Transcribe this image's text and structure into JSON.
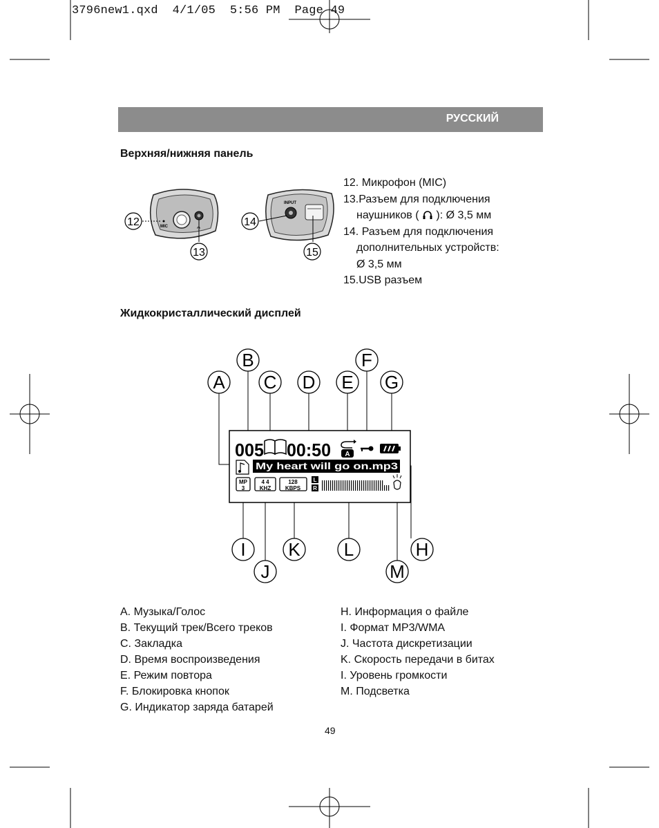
{
  "slug": "3796new1.qxd  4/1/05  5:56 PM  Page 49",
  "header": {
    "language": "РУССКИЙ"
  },
  "section1": {
    "title": "Верхняя/нижняя панель",
    "figure": {
      "mic_label": "MIC",
      "input_label": "INPUT",
      "callouts": [
        "12",
        "13",
        "14",
        "15"
      ]
    },
    "items": [
      "12.  Микрофон (MIC)",
      "13.Разъем для подключения",
      "): Ø 3,5 мм",
      "14. Разъем для подключения",
      "дополнительных устройств:",
      "Ø  3,5 мм",
      "15.USB разъем"
    ],
    "item13_prefix": "наушников ("
  },
  "section2": {
    "title": "Жидкокристаллический дисплей",
    "lcd": {
      "track": "005",
      "time": "00:50",
      "repeat_mode": "A",
      "filename": "My heart will go on.mp3",
      "format_top": "MP",
      "format_bottom": "3",
      "freq_top": "4 4",
      "freq_bottom": "KHZ",
      "bitrate_top": "128",
      "bitrate_bottom": "KBPS",
      "channel_l": "L",
      "channel_r": "R",
      "volume_level": 0.9
    },
    "callouts": [
      "A",
      "B",
      "C",
      "D",
      "E",
      "F",
      "G",
      "H",
      "I",
      "J",
      "K",
      "L",
      "M"
    ],
    "legend_left": [
      "A.  Музыка/Голос",
      "B.  Текущий трек/Всего треков",
      "C.  Закладка",
      "D.  Время воспроизведения",
      "E.  Режим повтора",
      "F.  Блокировка кнопок",
      "G.  Индикатор заряда батарей"
    ],
    "legend_right": [
      "H.  Информация о файле",
      "I.   Формат MP3/WMA",
      "J.   Частота дискретизации",
      "K.  Скорость передачи в битах",
      "I.   Уровень громкости",
      "M.  Подсветка"
    ]
  },
  "page_number": "49"
}
